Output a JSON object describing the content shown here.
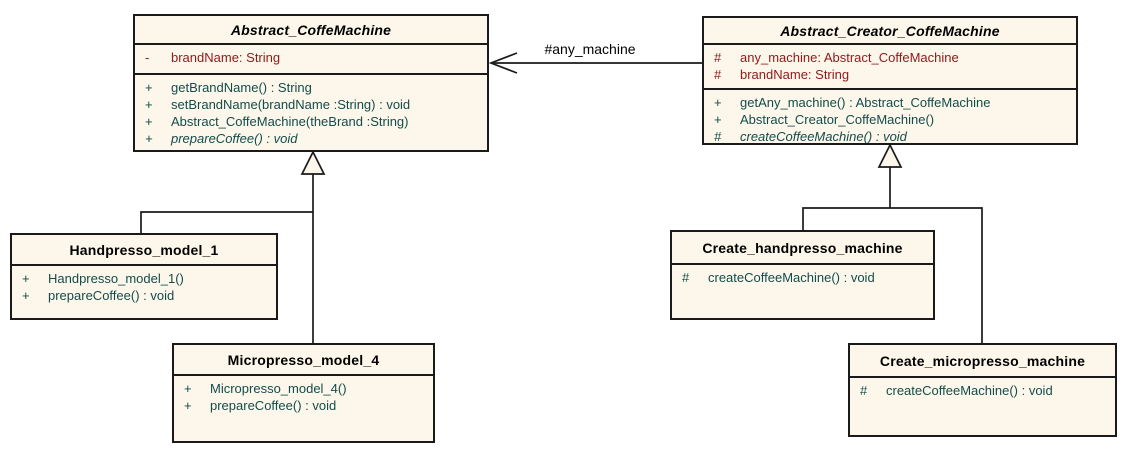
{
  "diagram": {
    "type": "uml-class-diagram",
    "colors": {
      "background": "#FFFFFF",
      "class_fill": "#FCF7EA",
      "border": "#1A1A1A",
      "title_text": "#000000",
      "attribute_text": "#8E1A1A",
      "method_text": "#134C4C",
      "association_label_text": "#000000"
    },
    "classes": [
      {
        "name": "Abstract_CoffeMachine",
        "abstract": true,
        "attributes": [
          {
            "visibility": "-",
            "text": "brandName: String"
          }
        ],
        "methods": [
          {
            "visibility": "+",
            "text": "getBrandName() : String",
            "italic": false
          },
          {
            "visibility": "+",
            "text": "setBrandName(brandName :String) : void",
            "italic": false
          },
          {
            "visibility": "+",
            "text": "Abstract_CoffeMachine(theBrand :String)",
            "italic": false
          },
          {
            "visibility": "+",
            "text": "prepareCoffee() : void",
            "italic": true
          }
        ]
      },
      {
        "name": "Abstract_Creator_CoffeMachine",
        "abstract": true,
        "attributes": [
          {
            "visibility": "#",
            "text": "any_machine: Abstract_CoffeMachine"
          },
          {
            "visibility": "#",
            "text": "brandName: String"
          }
        ],
        "methods": [
          {
            "visibility": "+",
            "text": "getAny_machine() : Abstract_CoffeMachine",
            "italic": false
          },
          {
            "visibility": "+",
            "text": "Abstract_Creator_CoffeMachine()",
            "italic": false
          },
          {
            "visibility": "#",
            "text": "createCoffeeMachine() : void",
            "italic": true
          }
        ]
      },
      {
        "name": "Handpresso_model_1",
        "abstract": false,
        "attributes": [],
        "methods": [
          {
            "visibility": "+",
            "text": "Handpresso_model_1()",
            "italic": false
          },
          {
            "visibility": "+",
            "text": "prepareCoffee() : void",
            "italic": false
          }
        ]
      },
      {
        "name": "Micropresso_model_4",
        "abstract": false,
        "attributes": [],
        "methods": [
          {
            "visibility": "+",
            "text": "Micropresso_model_4()",
            "italic": false
          },
          {
            "visibility": "+",
            "text": "prepareCoffee() : void",
            "italic": false
          }
        ]
      },
      {
        "name": "Create_handpresso_machine",
        "abstract": false,
        "attributes": [],
        "methods": [
          {
            "visibility": "#",
            "text": "createCoffeeMachine() : void",
            "italic": false
          }
        ]
      },
      {
        "name": "Create_micropresso_machine",
        "abstract": false,
        "attributes": [],
        "methods": [
          {
            "visibility": "#",
            "text": "createCoffeeMachine() : void",
            "italic": false
          }
        ]
      }
    ],
    "connectors": {
      "association": {
        "label": "#any_machine",
        "from": "Abstract_Creator_CoffeMachine",
        "to": "Abstract_CoffeMachine"
      },
      "generalizations": [
        {
          "parent": "Abstract_CoffeMachine",
          "children": [
            "Handpresso_model_1",
            "Micropresso_model_4"
          ]
        },
        {
          "parent": "Abstract_Creator_CoffeMachine",
          "children": [
            "Create_handpresso_machine",
            "Create_micropresso_machine"
          ]
        }
      ]
    }
  }
}
